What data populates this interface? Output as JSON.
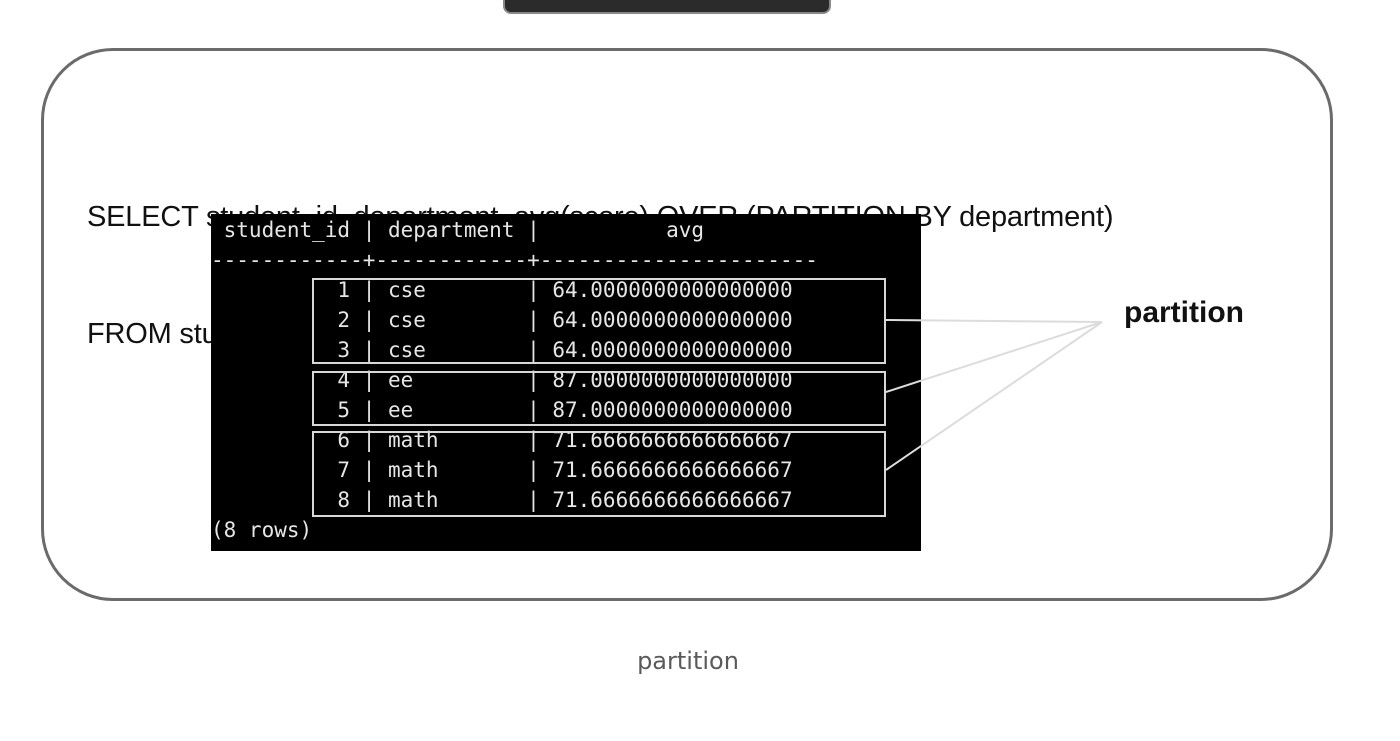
{
  "sql": {
    "line1": "SELECT student_id, department, avg(score) OVER (PARTITION BY department)",
    "line2": "FROM student_score;"
  },
  "terminal": {
    "header": " student_id | department |          avg",
    "separator": "------------+------------+----------------------",
    "rows": [
      "          1 | cse        | 64.0000000000000000",
      "          2 | cse        | 64.0000000000000000",
      "          3 | cse        | 64.0000000000000000",
      "          4 | ee         | 87.0000000000000000",
      "          5 | ee         | 87.0000000000000000",
      "          6 | math       | 71.6666666666666667",
      "          7 | math       | 71.6666666666666667",
      "          8 | math       | 71.6666666666666667"
    ],
    "footer": "(8 rows)"
  },
  "table_data": {
    "columns": [
      "student_id",
      "department",
      "avg"
    ],
    "rows": [
      [
        "1",
        "cse",
        "64.0000000000000000"
      ],
      [
        "2",
        "cse",
        "64.0000000000000000"
      ],
      [
        "3",
        "cse",
        "64.0000000000000000"
      ],
      [
        "4",
        "ee",
        "87.0000000000000000"
      ],
      [
        "5",
        "ee",
        "87.0000000000000000"
      ],
      [
        "6",
        "math",
        "71.6666666666666667"
      ],
      [
        "7",
        "math",
        "71.6666666666666667"
      ],
      [
        "8",
        "math",
        "71.6666666666666667"
      ]
    ]
  },
  "callout_label": "partition",
  "caption": "partition",
  "colors": {
    "terminal_bg": "#000000",
    "terminal_text": "#e6e6e6",
    "frame_border": "#6b6b6b",
    "box_border": "#d8d8d8"
  }
}
